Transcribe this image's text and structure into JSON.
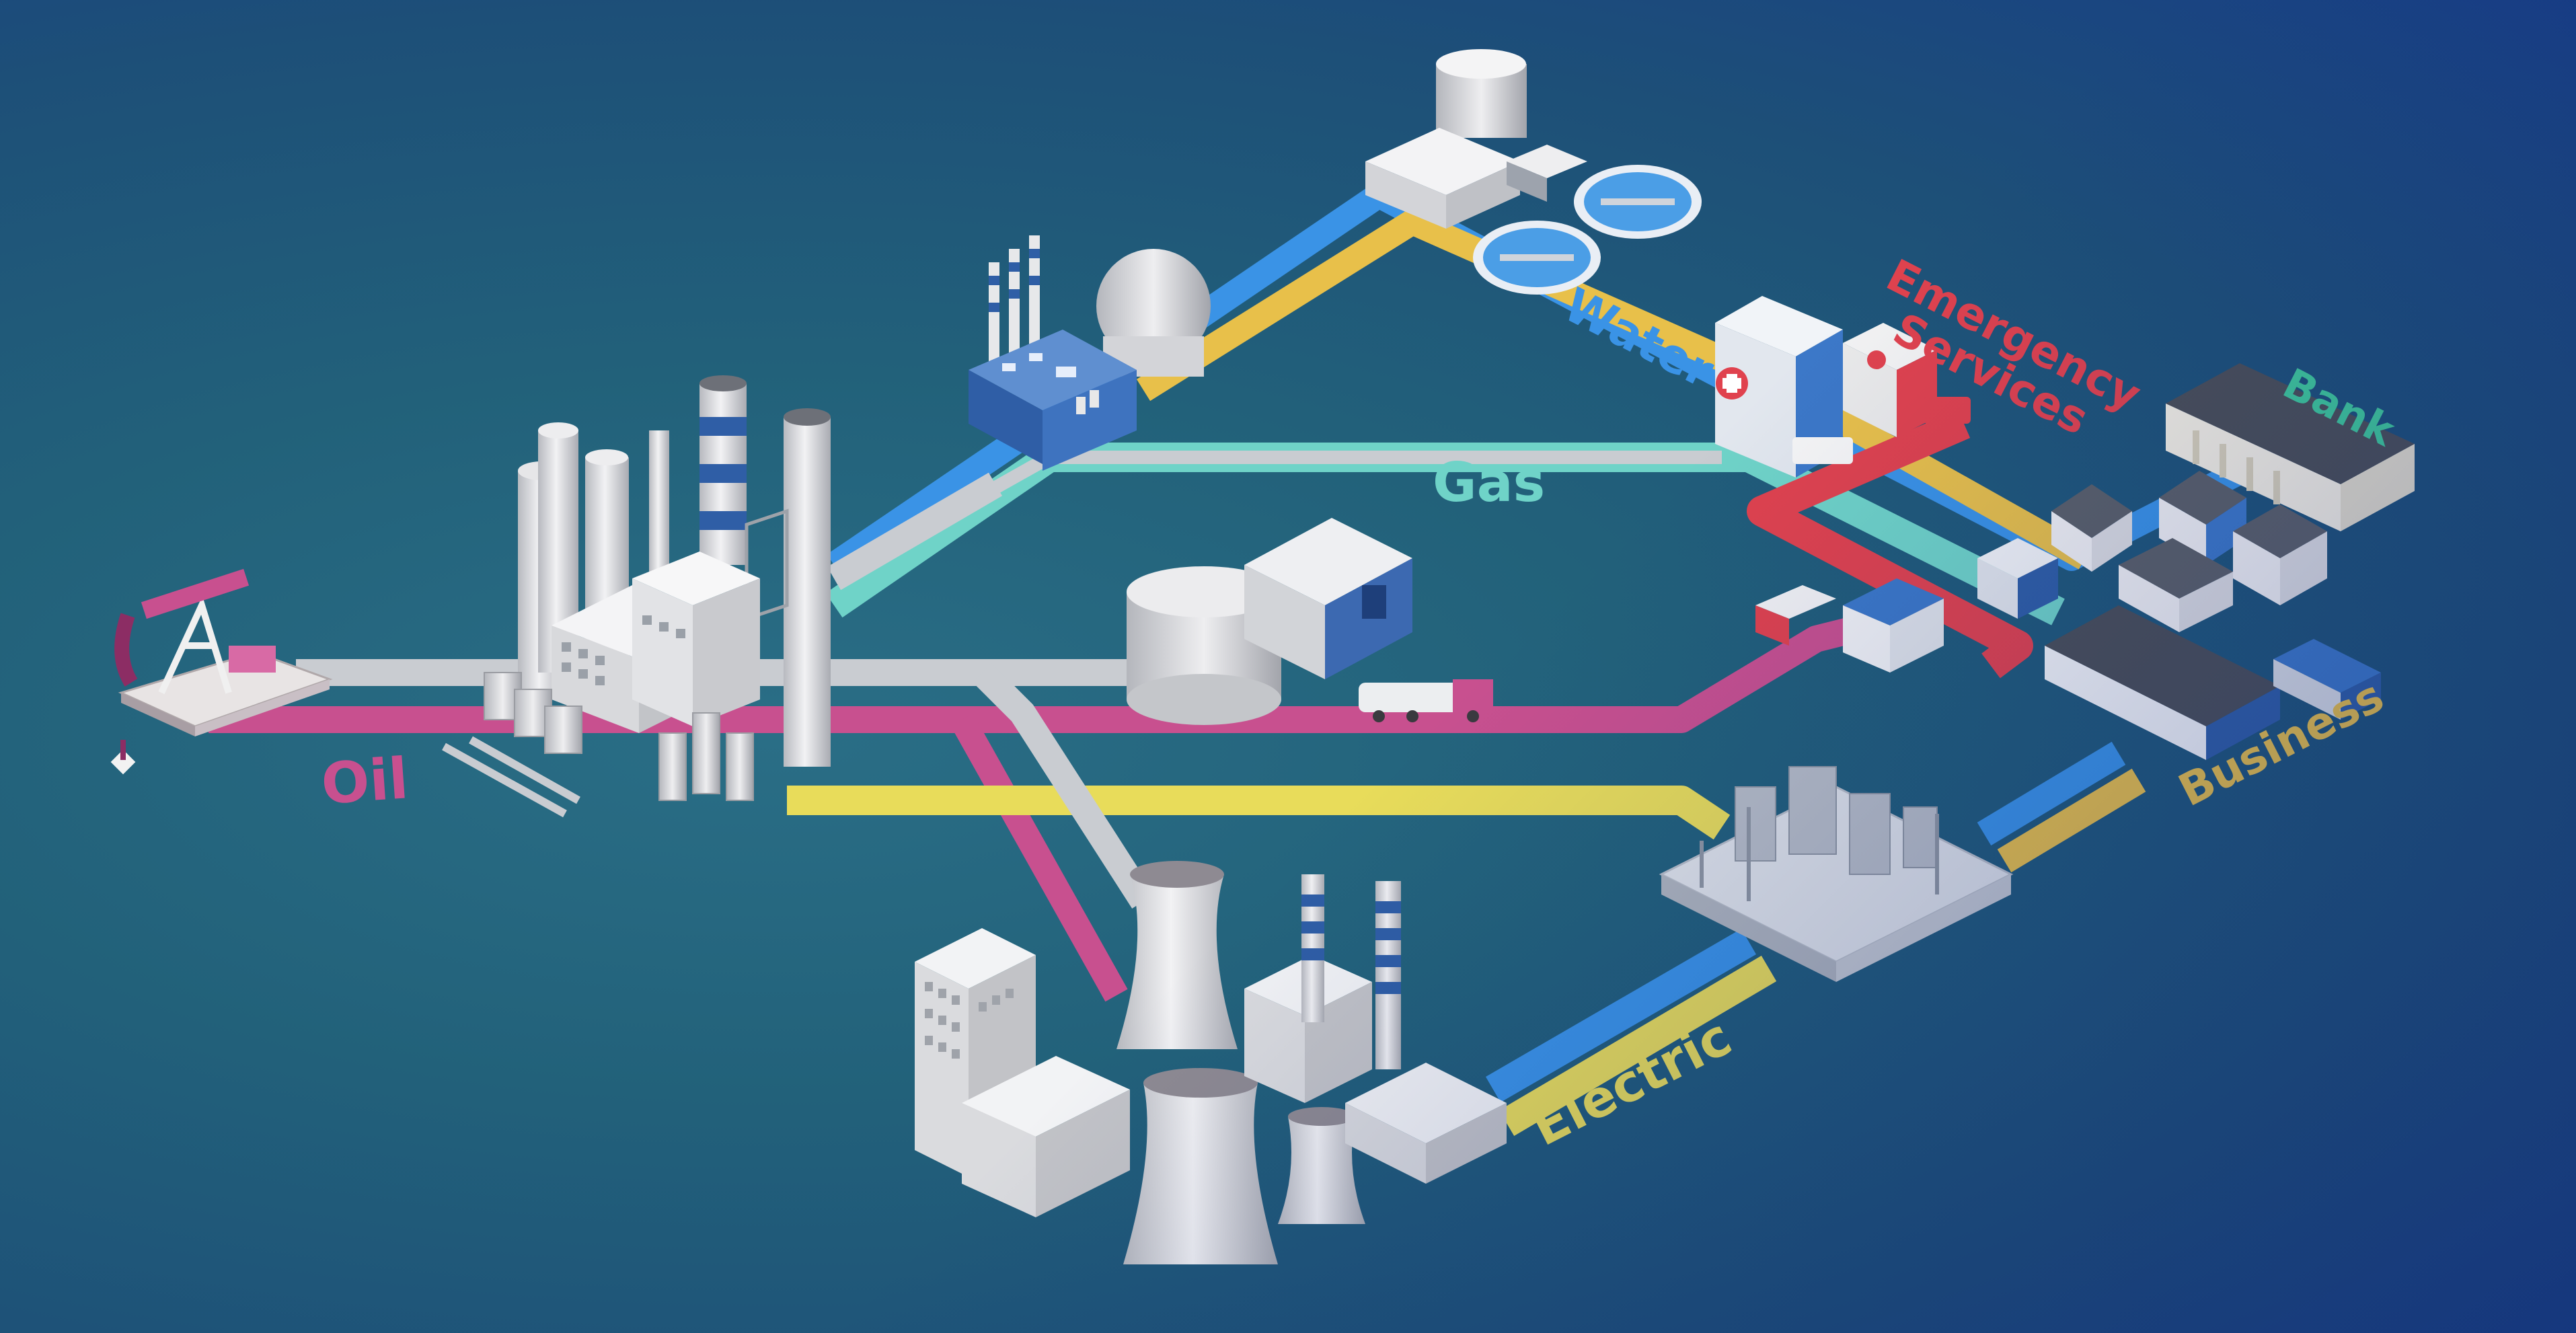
{
  "labels": {
    "oil": "Oil",
    "gas": "Gas",
    "water": "Water",
    "emergency_line1": "Emergency",
    "emergency_line2": "Services",
    "bank": "Bank",
    "business": "Business",
    "electric": "Electric"
  },
  "colors": {
    "oil": "#c8508f",
    "gas": "#6fd3c8",
    "water": "#3a93e6",
    "emergency": "#e0424e",
    "bank": "#3fc79a",
    "business": "#e8c04a",
    "electric": "#e8dc5a",
    "pipe": "#c9ccd1"
  }
}
